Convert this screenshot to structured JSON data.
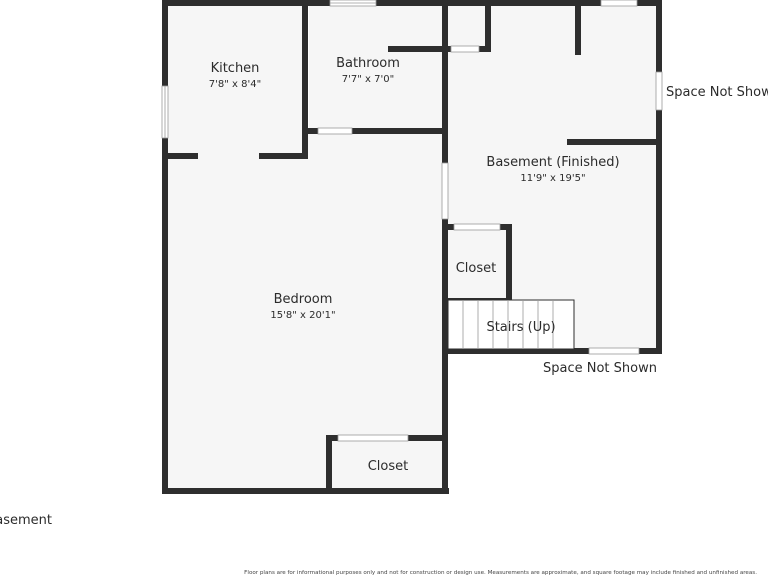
{
  "colors": {
    "wall": "#2e2e2e",
    "floor": "#f6f6f6",
    "door_gap": "#ffffff",
    "window": "#d8d8d8",
    "text": "#2b2b2b"
  },
  "rooms": {
    "kitchen": {
      "name": "Kitchen",
      "dims": "7'8\" x 8'4\""
    },
    "bathroom": {
      "name": "Bathroom",
      "dims": "7'7\" x 7'0\""
    },
    "basement": {
      "name": "Basement (Finished)",
      "dims": "11'9\" x 19'5\""
    },
    "bedroom": {
      "name": "Bedroom",
      "dims": "15'8\" x 20'1\""
    },
    "closet_upper": {
      "name": "Closet"
    },
    "closet_lower": {
      "name": "Closet"
    },
    "stairs": {
      "name": "Stairs (Up)"
    }
  },
  "labels": {
    "space_not_shown_right": "Space Not Shown",
    "space_not_shown_bottom": "Space Not Shown",
    "floor_label": "Basement"
  },
  "disclaimer": "Floor plans are for informational purposes only and not for construction or design use. Measurements are approximate, and square footage may include finished and unfinished areas."
}
